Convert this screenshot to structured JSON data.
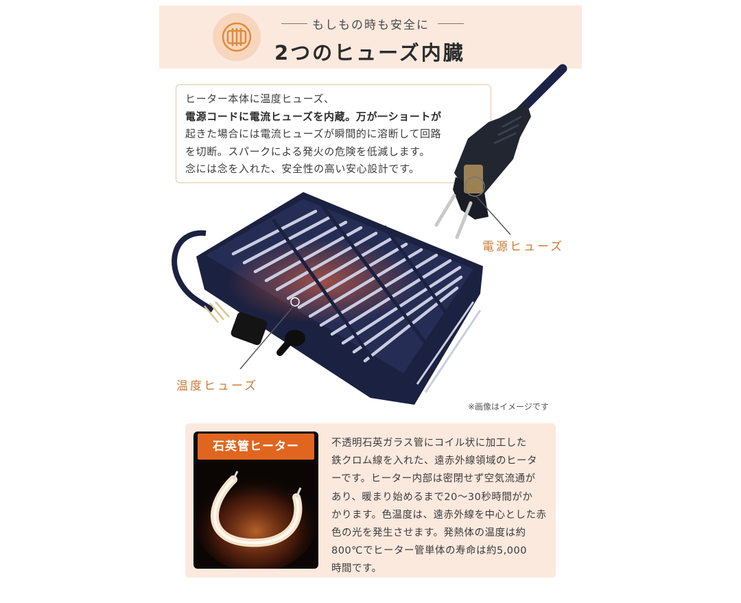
{
  "header": {
    "subtitle": "もしもの時も安全に",
    "title": "2つのヒューズ内臓",
    "icon": "fuse-icon"
  },
  "description": {
    "lines": [
      "ヒーター本体に温度ヒューズ、",
      "電源コードに電流ヒューズを内蔵。万が一ショートが",
      "起きた場合には電流ヒューズが瞬間的に溶断して回路",
      "を切断。スパークによる発火の危険を低減します。",
      "念には念を入れた、安全性の高い安心設計です。"
    ]
  },
  "labels": {
    "power_fuse": "電源ヒューズ",
    "temp_fuse": "温度ヒューズ",
    "image_note": "※画像はイメージです"
  },
  "heater": {
    "tag": "石英管ヒーター",
    "lines": [
      "不透明石英ガラス管にコイル状に加工した",
      "鉄クロム線を入れた、遠赤外線領域のヒータ",
      "ーです。ヒーター内部は密閉せず空気流通が",
      "あり、暖まり始めるまで20〜30秒時間がか",
      "かります。色温度は、遠赤外線を中心とした赤",
      "色の光を発生させます。発熱体の温度は約",
      "800℃でヒーター管単体の寿命は約5,000",
      "時間です。"
    ]
  },
  "colors": {
    "accent": "#c97b36",
    "band": "#fbe9de",
    "tag": "#e0661f",
    "device": "#1b2140"
  }
}
